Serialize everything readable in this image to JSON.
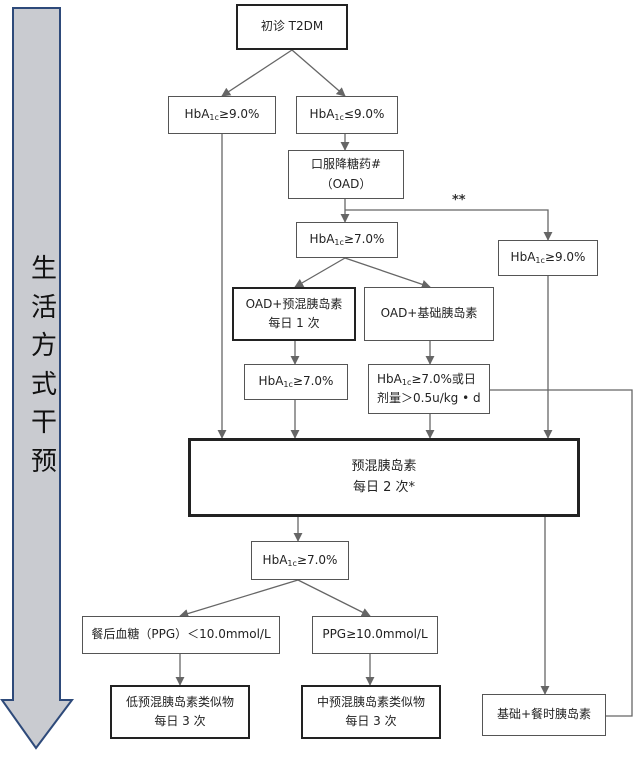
{
  "side_label": {
    "chars": [
      "生",
      "活",
      "方",
      "式",
      "干",
      "预"
    ]
  },
  "boxes": {
    "initial": "初诊 T2DM",
    "hba_ge9_left": {
      "pre": "HbA",
      "sub": "1c",
      "post": "≥9.0%"
    },
    "hba_le9": {
      "pre": "HbA",
      "sub": "1c",
      "post": "≤9.0%"
    },
    "oad": {
      "line1": "口服降糖药#",
      "line2": "（OAD）"
    },
    "hba_ge7_a": {
      "pre": "HbA",
      "sub": "1c",
      "post": "≥7.0%"
    },
    "hba_ge9_right": {
      "pre": "HbA",
      "sub": "1c",
      "post": "≥9.0%"
    },
    "oad_premix": {
      "line1": "OAD+预混胰岛素",
      "line2": "每日 1 次"
    },
    "oad_basal": "OAD+基础胰岛素",
    "hba_ge7_b": {
      "pre": "HbA",
      "sub": "1c",
      "post": "≥7.0%"
    },
    "hba_ge7_dose": {
      "pre": "HbA",
      "sub": "1c",
      "post": "≥7.0%或日",
      "line2": "剂量＞0.5u/kg • d"
    },
    "premix_twice": {
      "line1": "预混胰岛素",
      "line2": "每日 2 次*"
    },
    "hba_ge7_c": {
      "pre": "HbA",
      "sub": "1c",
      "post": "≥7.0%"
    },
    "ppg_low": "餐后血糖（PPG）＜10.0mmol/L",
    "ppg_high": "PPG≥10.0mmol/L",
    "low_premix": {
      "line1": "低预混胰岛素类似物",
      "line2": "每日 3 次"
    },
    "mid_premix": {
      "line1": "中预混胰岛素类似物",
      "line2": "每日 3 次"
    },
    "basal_bolus": "基础+餐时胰岛素"
  },
  "notes": {
    "double_star": "**"
  },
  "colors": {
    "arrow_fill": "#c9cbd0",
    "arrow_stroke": "#2e4a7a",
    "line": "#666666",
    "border": "#222222"
  }
}
